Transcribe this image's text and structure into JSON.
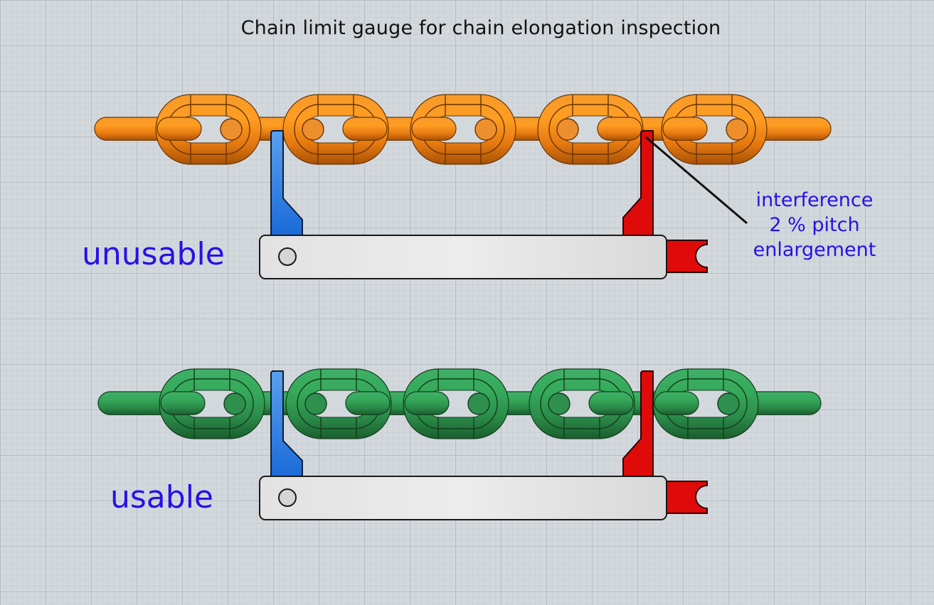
{
  "title": "Chain limit gauge for chain elongation inspection",
  "colors": {
    "label_text": "#2a10e6",
    "chain_unusable": "#f08a1c",
    "chain_usable": "#2f9a50",
    "finger_left": "#1e72e0",
    "finger_right": "#e00808",
    "gauge_body": "#e4e4e4"
  },
  "rows": [
    {
      "id": "unusable",
      "label": "unusable",
      "chain_color": "orange",
      "status": "fails inspection — gauge finger interferes"
    },
    {
      "id": "usable",
      "label": "usable",
      "chain_color": "green",
      "status": "passes inspection — gauge fingers clear links"
    }
  ],
  "callout": {
    "lines": [
      "interference",
      "2 % pitch",
      "enlargement"
    ],
    "pitch_enlargement_percent": 2
  },
  "chain": {
    "link_count": 5
  }
}
